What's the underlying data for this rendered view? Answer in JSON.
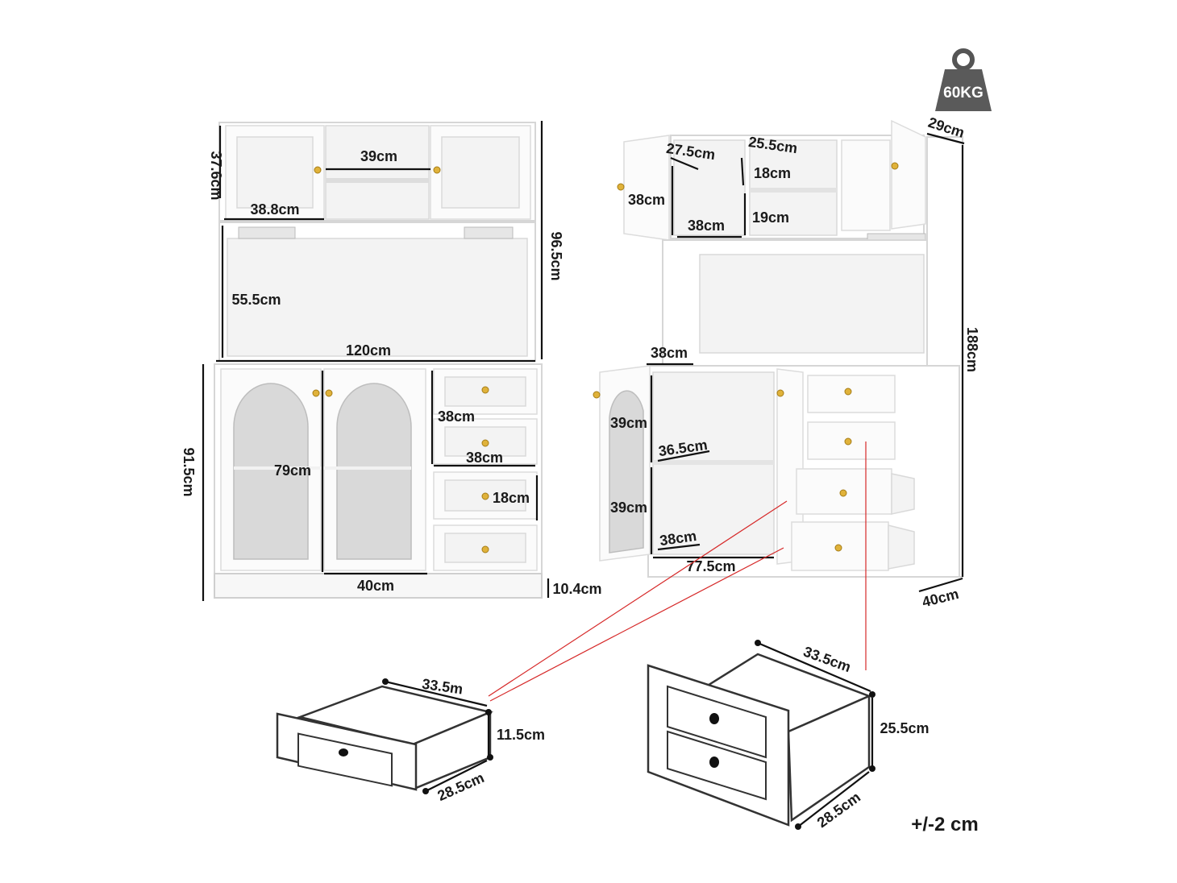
{
  "weight_badge": {
    "label": "60KG"
  },
  "tolerance": "+/-2 cm",
  "front_view": {
    "top_cabinet_height": "37.6cm",
    "open_shelf_width": "39cm",
    "door_width": "38.8cm",
    "hutch_height": "55.5cm",
    "total_width": "120cm",
    "upper_height": "96.5cm",
    "base_height": "91.5cm",
    "glass_door_height": "79cm",
    "glass_door_width": "40cm",
    "drawer_stack_height": "38cm",
    "drawer_width": "38cm",
    "drawer_height": "18cm",
    "plinth_height": "10.4cm"
  },
  "side_view": {
    "upper_compartment_width": "27.5cm",
    "upper_shelf_width": "25.5cm",
    "upper_shelf_top": "18cm",
    "upper_shelf_bottom": "19cm",
    "upper_door_height": "38cm",
    "upper_door_depth": "38cm",
    "depth_top": "29cm",
    "total_height": "188cm",
    "base_door_width": "38cm",
    "base_shelf_top": "39cm",
    "base_shelf_depth": "36.5cm",
    "base_shelf_bottom": "39cm",
    "base_inner_width": "38cm",
    "base_total_width": "77.5cm",
    "depth_bottom": "40cm"
  },
  "small_drawer": {
    "width": "33.5m",
    "height": "11.5cm",
    "depth": "28.5cm"
  },
  "large_drawer": {
    "width": "33.5cm",
    "height": "25.5cm",
    "depth": "28.5cm"
  }
}
